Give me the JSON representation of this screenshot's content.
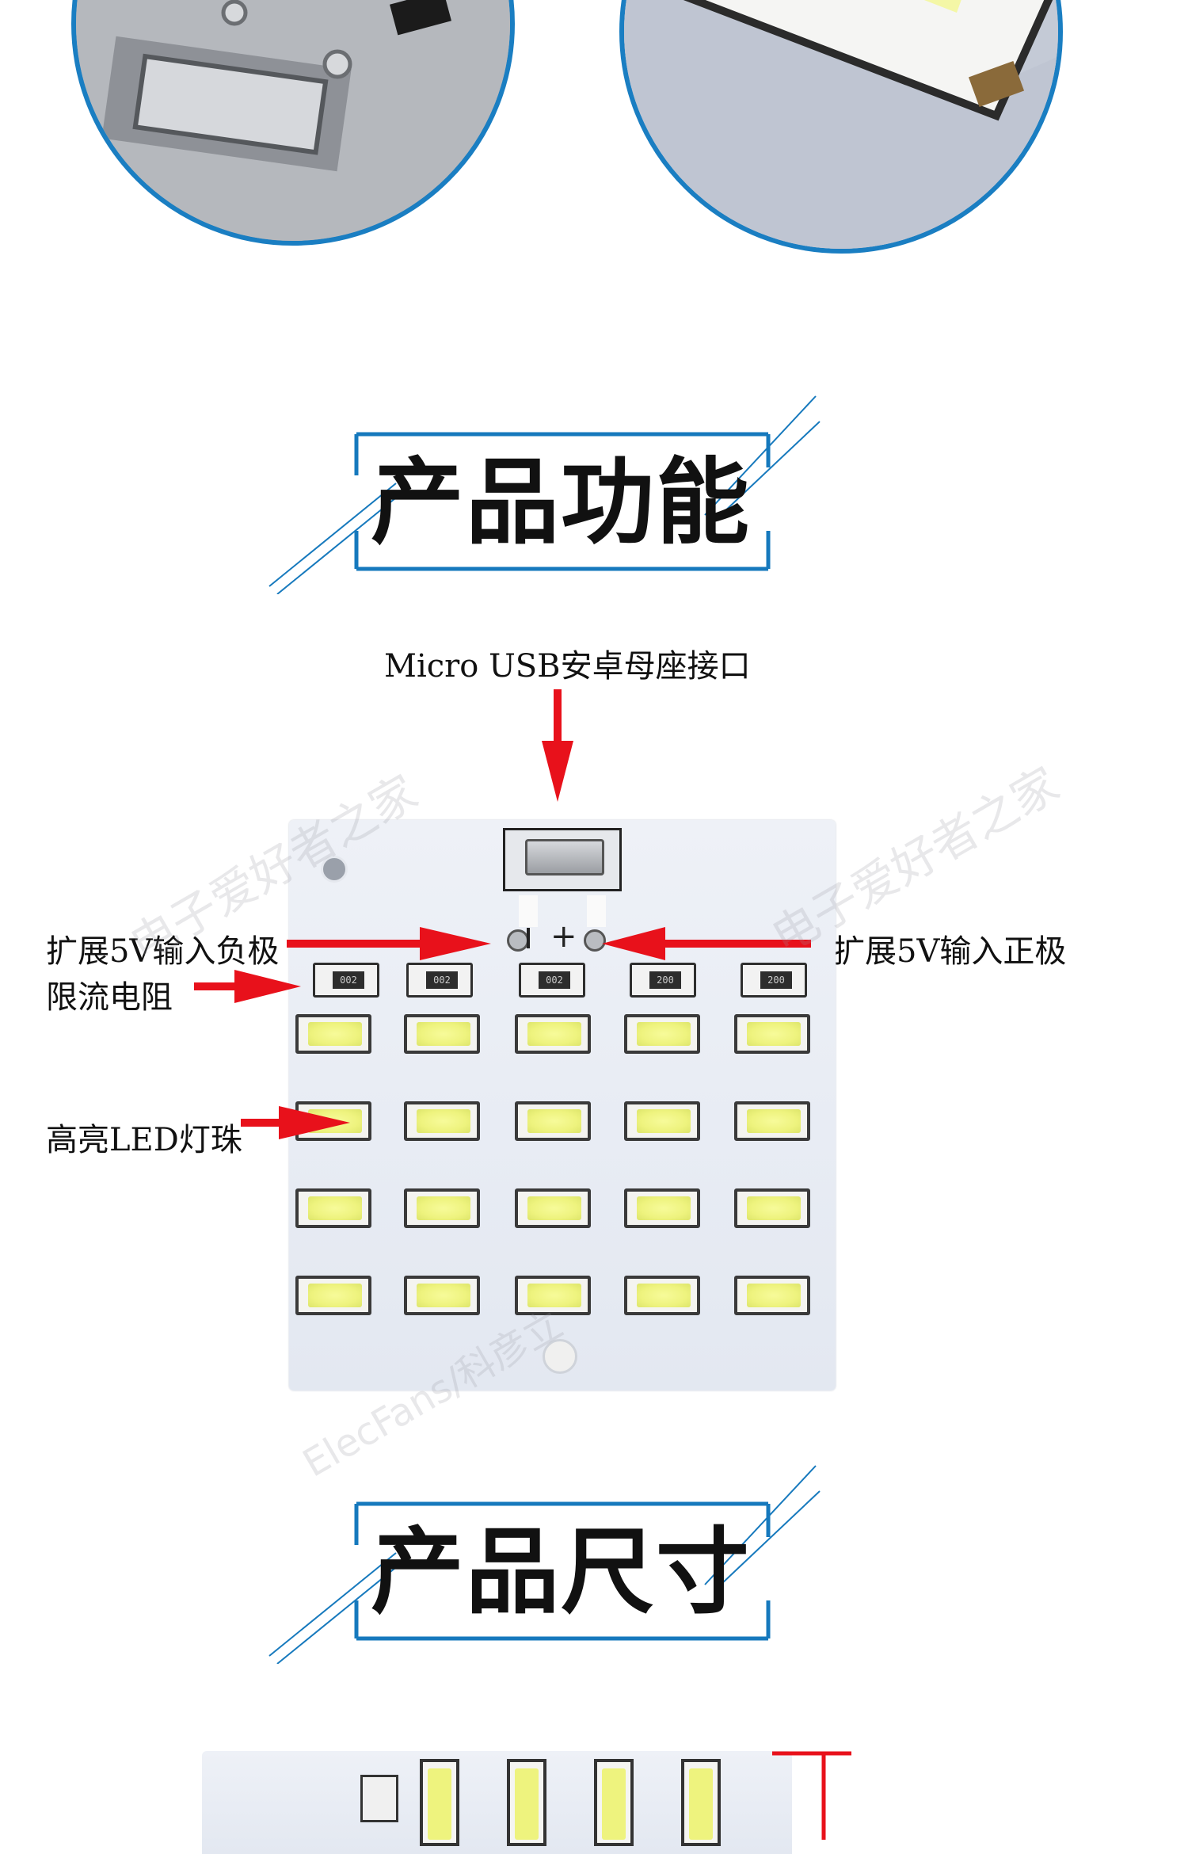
{
  "sections": [
    {
      "title": "产品功能"
    },
    {
      "title": "产品尺寸"
    }
  ],
  "callouts": {
    "usb": "Micro USB安卓母座接口",
    "neg": "扩展5V输入负极",
    "pos": "扩展5V输入正极",
    "resistor": "限流电阻",
    "led": "高亮LED灯珠"
  },
  "board": {
    "resistor_codes": [
      "002",
      "002",
      "002",
      "200",
      "200"
    ],
    "plus_sign": "+"
  },
  "watermark": {
    "cn": "电子爱好者之家",
    "en": "ElecFans/科彦立"
  },
  "colors": {
    "accent": "#1679bd",
    "arrow": "#e8111b",
    "led": "#eef37e"
  }
}
